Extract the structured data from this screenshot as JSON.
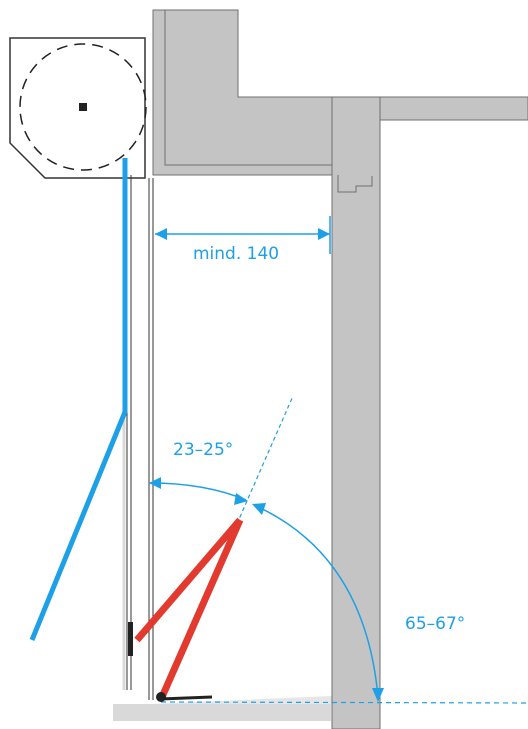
{
  "colors": {
    "accent": "#1ea0e6",
    "red": "#e23a2e",
    "wall": "#c4c4c4",
    "wall_stroke": "#6f6f6f",
    "floor": "#d9d9d9"
  },
  "labels": {
    "min_width": "mind. 140",
    "angle_small": "23–25°",
    "angle_large": "65–67°"
  },
  "icons": {
    "roller_box": "roller-shutter-box-icon"
  }
}
